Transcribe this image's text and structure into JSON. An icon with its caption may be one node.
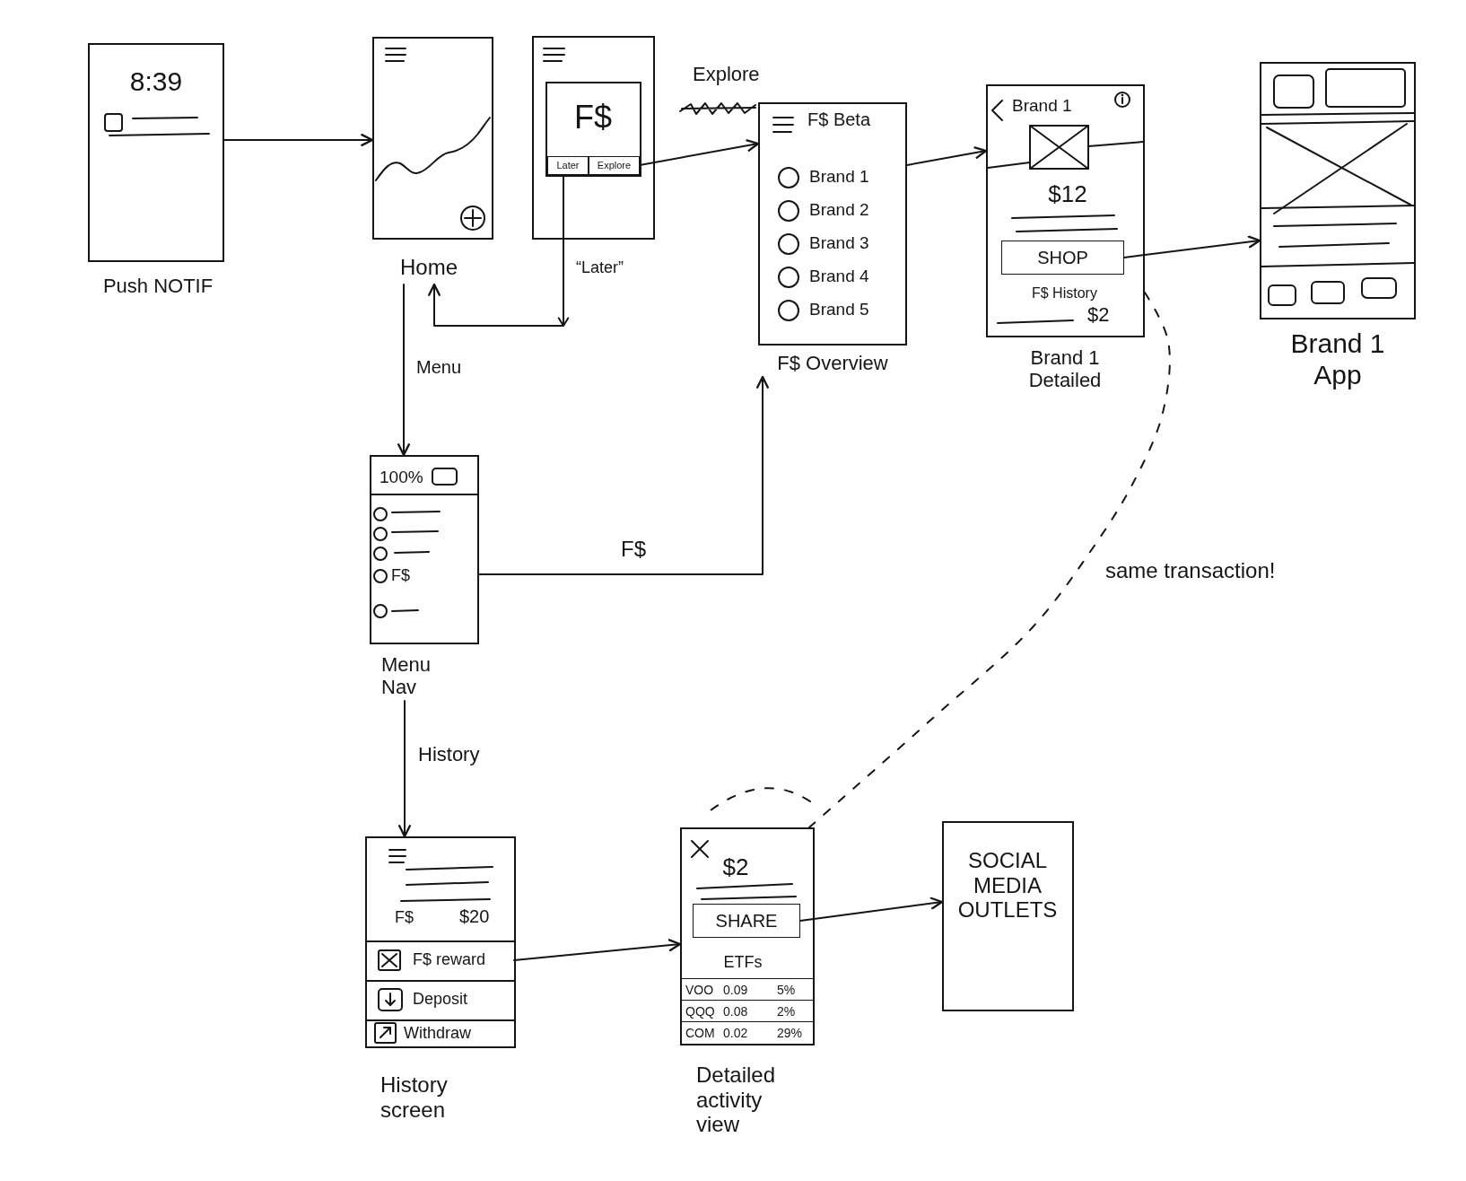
{
  "diagram": {
    "nodes": [
      {
        "text": [
          "8:39",
          "Push NOTIF"
        ]
      },
      {
        "text": [
          "Home"
        ]
      },
      {
        "text": [],
        "shape": "box"
      },
      {
        "text": [
          "F$"
        ],
        "in": 2
      },
      {
        "text": [
          "Later"
        ],
        "in": 3
      },
      {
        "text": [
          "Explore"
        ],
        "in": 3
      },
      {
        "text": [
          "F$ Beta",
          "Brand 1",
          "Brand 2",
          "Brand 3",
          "Brand 4",
          "Brand 5",
          "F$ Overview"
        ]
      },
      {
        "text": [
          "Brand 1",
          "$12",
          "F$ History",
          "$2",
          "Brand 1 Detailed"
        ]
      },
      {
        "text": [
          "SHOP"
        ],
        "in": 7
      },
      {
        "text": [
          "Brand 1 App"
        ]
      },
      {
        "text": [
          "100%",
          "F$",
          "Menu Nav"
        ]
      },
      {
        "text": [
          "F$",
          "$20",
          "History screen"
        ]
      },
      {
        "text": [
          "F$ reward"
        ],
        "in": 11
      },
      {
        "text": [
          "Deposit"
        ],
        "in": 11
      },
      {
        "text": [
          "Withdraw"
        ],
        "in": 11
      },
      {
        "text": [
          "$2",
          "ETFs",
          "Detailed activity view"
        ]
      },
      {
        "text": [
          "SHARE"
        ],
        "in": 15
      },
      {
        "text": [
          "VOO",
          "0.09",
          "5%"
        ],
        "in": 15
      },
      {
        "text": [
          "QQQ",
          "0.08",
          "2%"
        ],
        "in": 15
      },
      {
        "text": [
          "COM",
          "0.02",
          "29%"
        ],
        "in": 15
      },
      {
        "text": [
          "SOCIAL MEDIA OUTLETS"
        ]
      }
    ],
    "edges": [
      {
        "from": 0,
        "to": 1,
        "arrow": "to"
      },
      {
        "from": 5,
        "to": 6,
        "arrow": "to",
        "label": "Explore"
      },
      {
        "from": 4,
        "to": 1,
        "arrow": "to",
        "label": "“Later”"
      },
      {
        "from": 1,
        "to": 10,
        "arrow": "to",
        "label": "Menu"
      },
      {
        "from": 10,
        "to": 6,
        "arrow": "to",
        "label": "F$"
      },
      {
        "from": 6,
        "to": 7,
        "arrow": "to"
      },
      {
        "from": 8,
        "to": 9,
        "arrow": "to"
      },
      {
        "from": 7,
        "to": 15,
        "arrow": "none",
        "style": "dashed",
        "label": "same transaction!"
      },
      {
        "from": 10,
        "to": 11,
        "arrow": "to",
        "label": "History"
      },
      {
        "from": 12,
        "to": 15,
        "arrow": "to"
      },
      {
        "from": 16,
        "to": 20,
        "arrow": "to"
      }
    ]
  }
}
